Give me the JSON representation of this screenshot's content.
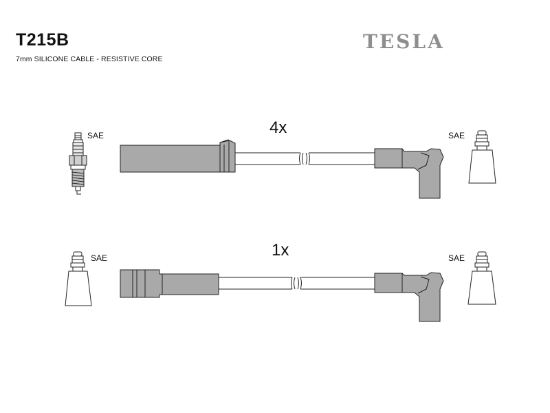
{
  "header": {
    "part_number": "T215B",
    "description": "7mm SILICONE CABLE - RESISTIVE CORE",
    "brand": "TESLA"
  },
  "colors": {
    "boot": "#a9a9a9",
    "outline": "#222222",
    "brand": "#8e8e8e"
  },
  "cables": [
    {
      "quantity": "4x",
      "left_connector_label": "SAE",
      "right_connector_label": "SAE",
      "left_end": "spark-plug",
      "left_boot": "straight-boot-with-collar",
      "right_boot": "angled-boot",
      "right_end": "distributor-terminal"
    },
    {
      "quantity": "1x",
      "left_connector_label": "SAE",
      "right_connector_label": "SAE",
      "left_end": "distributor-terminal",
      "left_boot": "straight-boot-stepped",
      "right_boot": "angled-boot",
      "right_end": "distributor-terminal"
    }
  ]
}
